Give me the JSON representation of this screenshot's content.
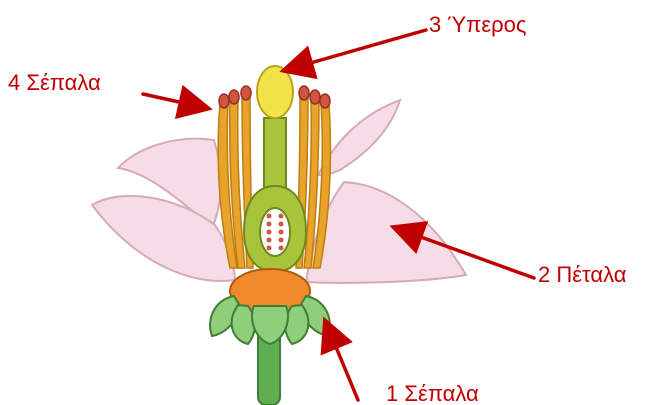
{
  "labels": {
    "pistil": "3 Ύπερος",
    "sepals_top": "4 Σέπαλα",
    "petals": "2 Πέταλα",
    "sepals_bottom": "1 Σέπαλα"
  },
  "colors": {
    "arrow": "#c00000",
    "petal": "#f6dce6",
    "pistil": "#f2e24a",
    "stamen": "#e8a32a",
    "anther": "#d2553f",
    "receptacle": "#f08a2a",
    "sepal": "#8fcf7a",
    "stem": "#5fae4f"
  }
}
